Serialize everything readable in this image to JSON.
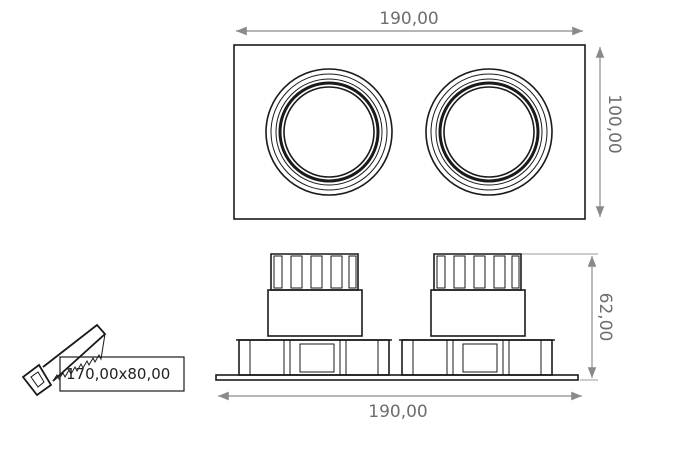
{
  "dimensions": {
    "top_width": "190,00",
    "top_height": "100,00",
    "side_height": "62,00",
    "bottom_width": "190,00",
    "cutout": "170,00x80,00"
  },
  "colors": {
    "dimension": "#8a8a8a",
    "outline": "#1a1a1a",
    "background": "#ffffff"
  },
  "icons": {
    "cutout": "saw-icon"
  }
}
